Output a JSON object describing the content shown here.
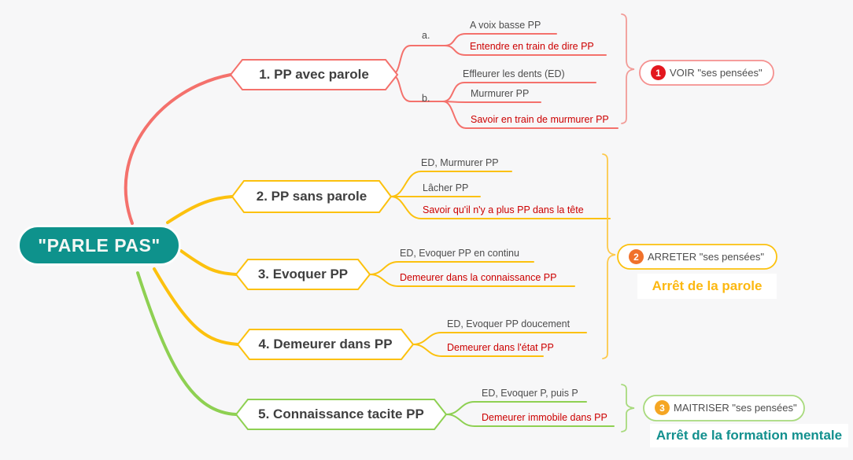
{
  "root": {
    "label": "\"PARLE PAS\""
  },
  "branches": [
    {
      "label": "1. PP avec parole",
      "color": "#f4716c",
      "group_labels": [
        {
          "label": "a."
        },
        {
          "label": "b."
        }
      ],
      "children": [
        {
          "text": "A voix basse PP",
          "emphasis": false
        },
        {
          "text": "Entendre en train de dire PP",
          "emphasis": true
        },
        {
          "text": "Effleurer les dents (ED)",
          "emphasis": false
        },
        {
          "text": "Murmurer PP",
          "emphasis": false
        },
        {
          "text": "Savoir en train de murmurer PP",
          "emphasis": true
        }
      ]
    },
    {
      "label": "2. PP sans parole",
      "color": "#fcc10e",
      "children": [
        {
          "text": "ED, Murmurer PP",
          "emphasis": false
        },
        {
          "text": "Lâcher PP",
          "emphasis": false
        },
        {
          "text": "Savoir qu'il n'y a plus PP dans la tête",
          "emphasis": true
        }
      ]
    },
    {
      "label": "3. Evoquer PP",
      "color": "#fcc10e",
      "children": [
        {
          "text": "ED, Evoquer PP en continu",
          "emphasis": false
        },
        {
          "text": "Demeurer dans la connaissance PP",
          "emphasis": true
        }
      ]
    },
    {
      "label": "4. Demeurer dans PP",
      "color": "#fcc10e",
      "children": [
        {
          "text": "ED, Evoquer PP doucement",
          "emphasis": false
        },
        {
          "text": "Demeurer dans l'état PP",
          "emphasis": true
        }
      ]
    },
    {
      "label": "5. Connaissance tacite PP",
      "color": "#8ed052",
      "children": [
        {
          "text": "ED, Evoquer P, puis P",
          "emphasis": false
        },
        {
          "text": "Demeurer immobile dans PP",
          "emphasis": true
        }
      ]
    }
  ],
  "summaries": [
    {
      "number": "1",
      "label": "VOIR \"ses pensées\"",
      "badge_color": "#e3171e",
      "border_color": "#f5908f"
    },
    {
      "number": "2",
      "label": "ARRETER \"ses pensées\"",
      "badge_color": "#f0712b",
      "border_color": "#fcc10e",
      "caption": "Arrêt de la parole",
      "caption_color": "#fcb811"
    },
    {
      "number": "3",
      "label": "MAITRISER \"ses pensées\"",
      "badge_color": "#f5a623",
      "border_color": "#a8da7d",
      "caption": "Arrêt de la formation mentale",
      "caption_color": "#12908e"
    }
  ],
  "colors": {
    "background": "#f7f7f8",
    "root_fill": "#0e928c",
    "branch_red": "#f4716c",
    "branch_yellow": "#fcc10e",
    "branch_green": "#8ed052",
    "emphasis_text": "#cc0000",
    "normal_text": "#4d4d4d",
    "brace_red": "#f29b97",
    "brace_yellow": "#fdc94a",
    "brace_green": "#a8da7d"
  }
}
